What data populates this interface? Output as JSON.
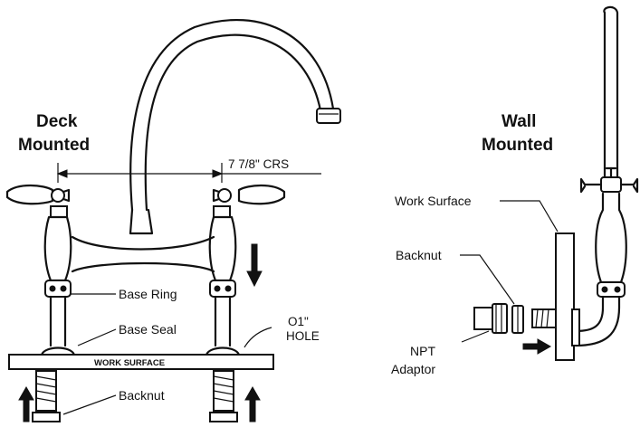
{
  "deck": {
    "title_line1": "Deck",
    "title_line2": "Mounted",
    "centers_label": "7 7/8\" CRS",
    "base_ring": "Base Ring",
    "base_seal": "Base Seal",
    "hole_line1": "O1\"",
    "hole_line2": "HOLE",
    "work_surface": "WORK SURFACE",
    "backnut": "Backnut"
  },
  "wall": {
    "title_line1": "Wall",
    "title_line2": "Mounted",
    "work_surface": "Work Surface",
    "backnut": "Backnut",
    "npt_line1": "NPT",
    "npt_line2": "Adaptor"
  }
}
